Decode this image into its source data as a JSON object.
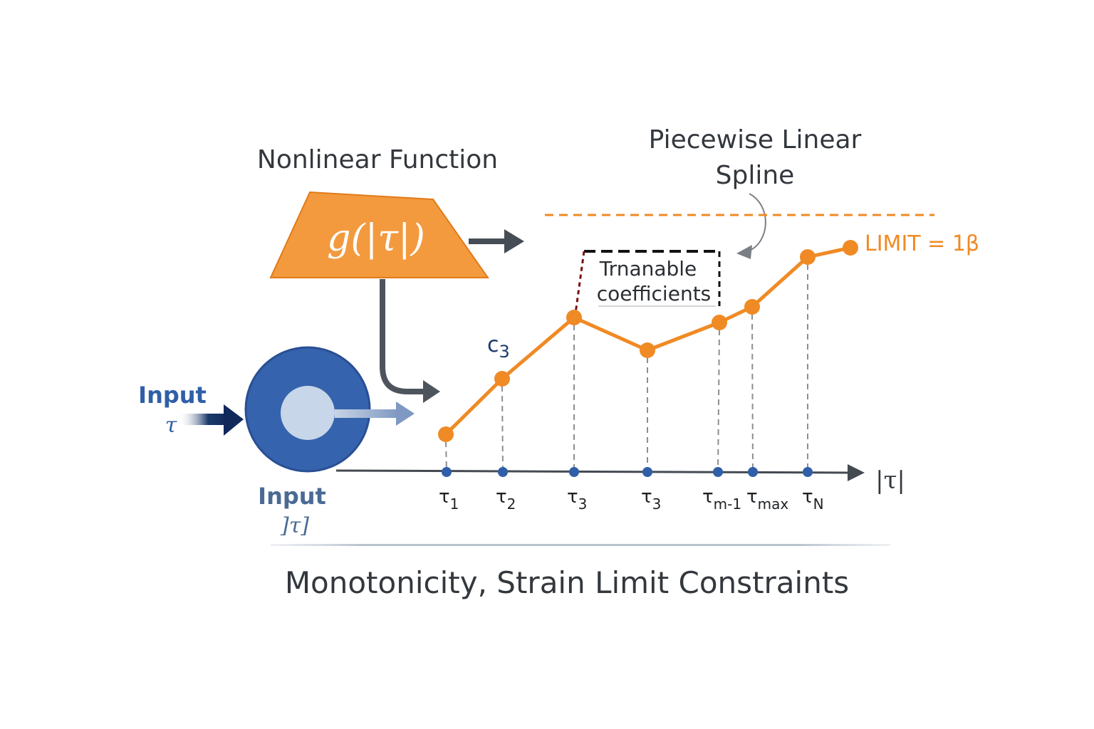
{
  "titles": {
    "nonlinear": "Nonlinear Function",
    "spline_line1": "Piecewise Linear",
    "spline_line2": "Spline",
    "bottom": "Monotonicity, Strain Limit Constraints"
  },
  "function_box": {
    "label": "g(|τ|)"
  },
  "input_top": {
    "word": "Input",
    "symbol": "τ"
  },
  "input_bottom": {
    "word": "Input",
    "symbol": "]τ]"
  },
  "coefficients": {
    "line1": "Trnanable",
    "line2": "coefficients"
  },
  "coef_label": {
    "base": "c",
    "sub": "3"
  },
  "limit_label": "LIMIT = 1β",
  "axis_label": "|τ|",
  "knots": [
    {
      "base": "τ",
      "sub": "1"
    },
    {
      "base": "τ",
      "sub": "2"
    },
    {
      "base": "τ",
      "sub": "3"
    },
    {
      "base": "τ",
      "sub": "3"
    },
    {
      "base": "τ",
      "sub": "m-1"
    },
    {
      "base": "τ",
      "sub": "max"
    },
    {
      "base": "τ",
      "sub": "N"
    }
  ],
  "colors": {
    "orange": "#f08a24",
    "blue": "#2f5fa8",
    "navy": "#1c3a6b",
    "dark": "#3a3f45",
    "grey": "#5a6068"
  }
}
